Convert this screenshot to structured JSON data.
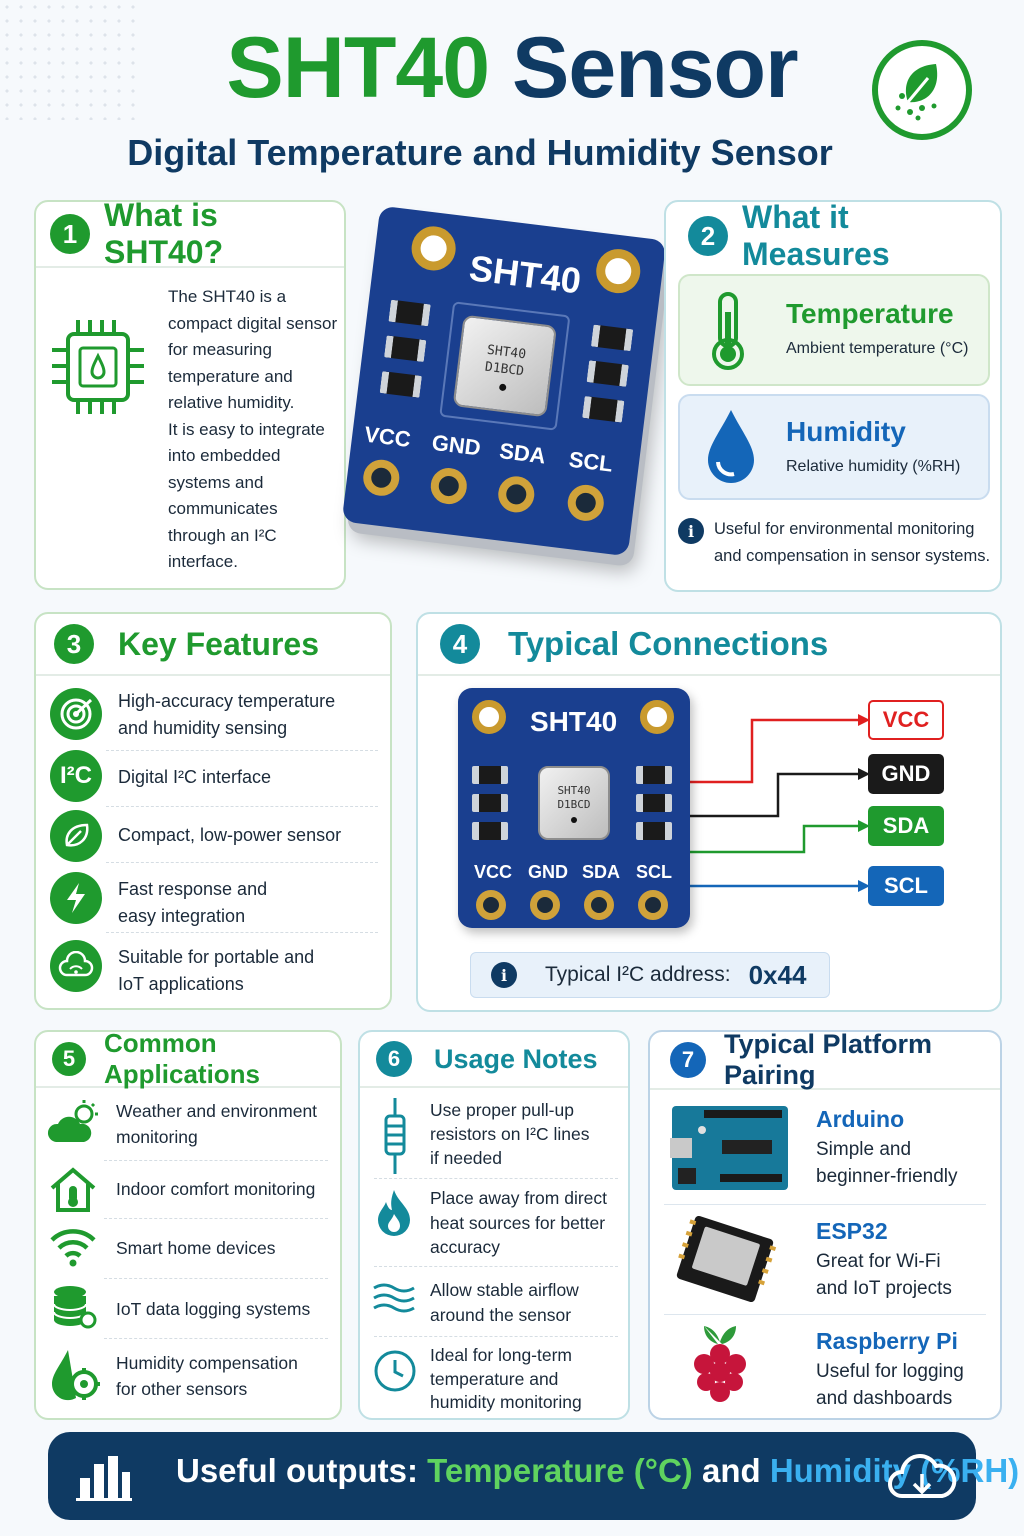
{
  "header": {
    "title_part1": "SHT40",
    "title_part2": "Sensor",
    "subtitle": "Digital Temperature and Humidity Sensor",
    "logo_icon": "leaf-icon"
  },
  "colors": {
    "brand_green": "#1f9a2e",
    "navy": "#0f3a63",
    "teal": "#138a9b",
    "blue": "#1466b8",
    "vcc_red": "#e02020",
    "gnd_black": "#1a1a1a",
    "sda_green": "#1f9a2e",
    "scl_blue": "#1466b8"
  },
  "section1": {
    "number": "1",
    "title": "What is SHT40?",
    "icon": "chip-icon",
    "lines": [
      "The SHT40 is a",
      "compact digital sensor",
      "for measuring",
      "temperature and",
      "relative humidity.",
      "It is easy to integrate",
      "into embedded",
      "systems and",
      "communicates",
      "through an I²C",
      "interface."
    ]
  },
  "board_main": {
    "label": "SHT40",
    "chip_line1": "SHT40",
    "chip_line2": "D1BCD",
    "pins": [
      "VCC",
      "GND",
      "SDA",
      "SCL"
    ]
  },
  "section2": {
    "number": "2",
    "title": "What it Measures",
    "temperature": {
      "title": "Temperature",
      "desc": "Ambient temperature (°C)",
      "icon": "thermometer-icon"
    },
    "humidity": {
      "title": "Humidity",
      "desc": "Relative humidity (%RH)",
      "icon": "water-drop-icon"
    },
    "note_line1": "Useful for environmental monitoring",
    "note_line2": "and compensation in sensor systems."
  },
  "section3": {
    "number": "3",
    "title": "Key Features",
    "items": [
      {
        "icon": "target-icon",
        "line1": "High-accuracy temperature",
        "line2": "and humidity sensing"
      },
      {
        "icon": "i2c-icon",
        "icon_text": "I²C",
        "line1": "Digital I²C interface",
        "line2": ""
      },
      {
        "icon": "leaf-icon",
        "line1": "Compact, low-power sensor",
        "line2": ""
      },
      {
        "icon": "lightning-icon",
        "line1": "Fast response and",
        "line2": "easy integration"
      },
      {
        "icon": "cloud-wifi-icon",
        "line1": "Suitable for portable and",
        "line2": "IoT applications"
      }
    ]
  },
  "section4": {
    "number": "4",
    "title": "Typical Connections",
    "board": {
      "label": "SHT40",
      "chip_line1": "SHT40",
      "chip_line2": "D1BCD",
      "pins": [
        "VCC",
        "GND",
        "SDA",
        "SCL"
      ]
    },
    "tags": [
      "VCC",
      "GND",
      "SDA",
      "SCL"
    ],
    "address_label": "Typical I²C address:",
    "address_value": "0x44"
  },
  "section5": {
    "number": "5",
    "title": "Common Applications",
    "items": [
      {
        "icon": "weather-icon",
        "line1": "Weather and environment",
        "line2": "monitoring"
      },
      {
        "icon": "home-thermometer-icon",
        "line1": "Indoor comfort monitoring",
        "line2": ""
      },
      {
        "icon": "wifi-icon",
        "line1": "Smart home devices",
        "line2": ""
      },
      {
        "icon": "database-icon",
        "line1": "IoT data logging systems",
        "line2": ""
      },
      {
        "icon": "drop-gear-icon",
        "line1": "Humidity compensation",
        "line2": "for other sensors"
      }
    ]
  },
  "section6": {
    "number": "6",
    "title": "Usage Notes",
    "items": [
      {
        "icon": "resistor-icon",
        "lines": [
          "Use proper pull-up",
          "resistors on I²C lines",
          "if needed"
        ]
      },
      {
        "icon": "flame-icon",
        "lines": [
          "Place away from direct",
          "heat sources for better",
          "accuracy"
        ]
      },
      {
        "icon": "airflow-icon",
        "lines": [
          "Allow stable airflow",
          "around the sensor"
        ]
      },
      {
        "icon": "clock-icon",
        "lines": [
          "Ideal for long-term",
          "temperature and",
          "humidity monitoring"
        ]
      }
    ]
  },
  "section7": {
    "number": "7",
    "title": "Typical Platform Pairing",
    "items": [
      {
        "icon": "arduino-board-icon",
        "name": "Arduino",
        "line1": "Simple and",
        "line2": "beginner-friendly"
      },
      {
        "icon": "esp32-module-icon",
        "name": "ESP32",
        "line1": "Great for Wi-Fi",
        "line2": "and IoT projects"
      },
      {
        "icon": "raspberry-pi-icon",
        "name": "Raspberry Pi",
        "line1": "Useful for logging",
        "line2": "and dashboards"
      }
    ]
  },
  "banner": {
    "icon_left": "bar-chart-icon",
    "lead": "Useful outputs:",
    "temp": "Temperature (°C)",
    "and": "and",
    "hum": "Humidity (%RH)",
    "icon_right": "cloud-icon"
  }
}
